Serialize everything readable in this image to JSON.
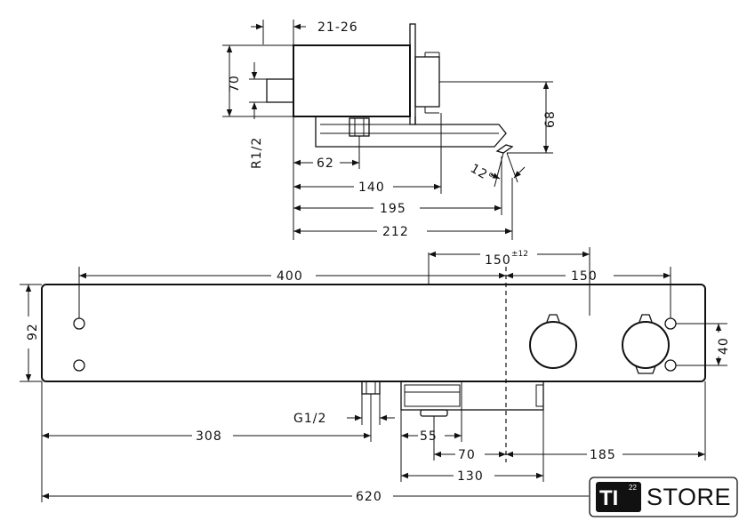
{
  "side_view": {
    "dims": {
      "depth": "21-26",
      "height": "70",
      "connection": "R1/2",
      "spout_height": "68",
      "d62": "62",
      "d140": "140",
      "d195": "195",
      "d212": "212",
      "angle": "12°"
    }
  },
  "front_view": {
    "dims": {
      "d400": "400",
      "d150_tol": "150",
      "tol": "±12",
      "d150": "150",
      "d92": "92",
      "d40": "40",
      "connection": "G1/2",
      "d308": "308",
      "d55": "55",
      "d70": "70",
      "d185": "185",
      "d130": "130",
      "d620": "620"
    }
  },
  "logo": {
    "badge": "TI",
    "badge_sup": "22",
    "text": "STORE"
  }
}
